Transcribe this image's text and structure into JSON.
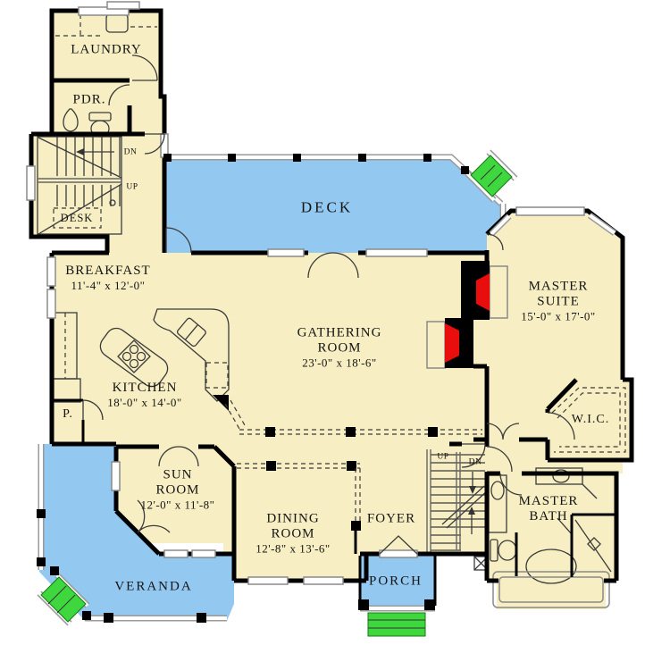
{
  "colors": {
    "floor": "#F7EFC3",
    "outdoor": "#93C9F1",
    "stair_green": "#3ED83E",
    "fireplace_red": "#EA0D0D",
    "wall": "#000000"
  },
  "rooms": {
    "laundry": {
      "name": "LAUNDRY"
    },
    "powder": {
      "name": "PDR."
    },
    "desk": {
      "name": "DESK"
    },
    "deck": {
      "name": "DECK"
    },
    "breakfast": {
      "name": "BREAKFAST",
      "dims": "11'-4\" x 12'-0\""
    },
    "master_suite": {
      "name": "MASTER SUITE",
      "dims": "15'-0\" x 17'-0\""
    },
    "gathering": {
      "name": "GATHERING ROOM",
      "dims": "23'-0\" x 18'-6\""
    },
    "kitchen": {
      "name": "KITCHEN",
      "dims": "18'-0\" x 14'-0\""
    },
    "pantry": {
      "name": "P."
    },
    "wic": {
      "name": "W.I.C."
    },
    "sun_room": {
      "name": "SUN ROOM",
      "dims": "12'-0\" x 11'-8\""
    },
    "dining": {
      "name": "DINING ROOM",
      "dims": "12'-8\" x 13'-6\""
    },
    "foyer": {
      "name": "FOYER"
    },
    "master_bath": {
      "name": "MASTER BATH"
    },
    "veranda": {
      "name": "VERANDA"
    },
    "porch": {
      "name": "PORCH"
    }
  },
  "stairs": {
    "hall_dn": "DN",
    "hall_up": "UP",
    "main_up": "UP",
    "main_dn": "DN"
  }
}
